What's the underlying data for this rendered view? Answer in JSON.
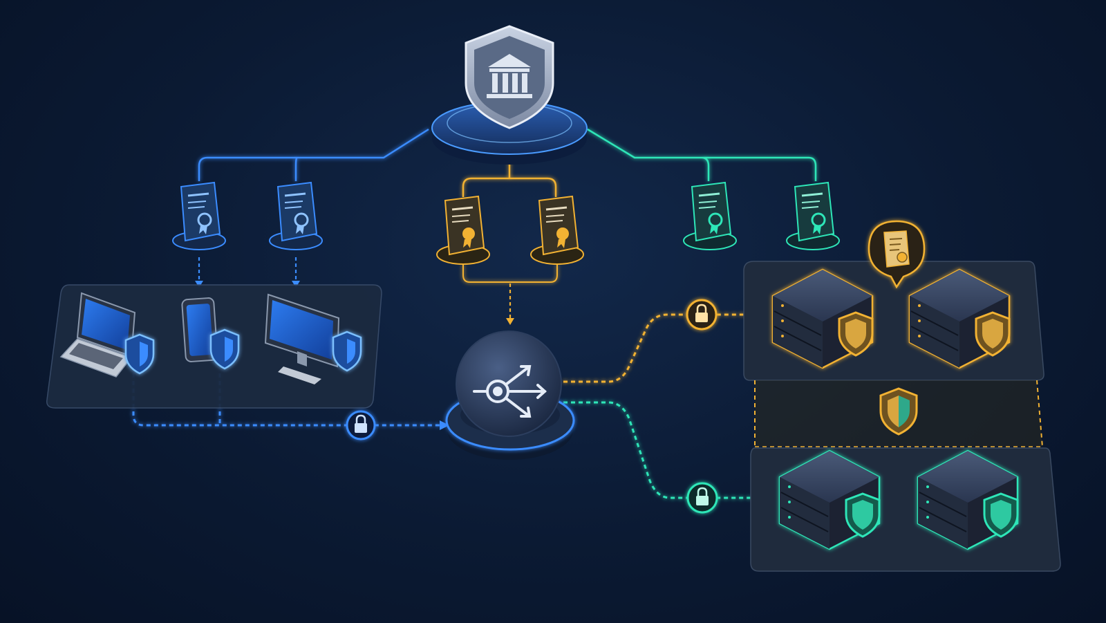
{
  "colors": {
    "background": "#0b1a33",
    "client_blue": "#3b8cff",
    "gateway_gold": "#f2b233",
    "backend_teal": "#2ee6b8",
    "panel": "#1b2a40",
    "device_screen": "#1e66d6",
    "node_fill": "#1d3358"
  },
  "diagram": {
    "root": {
      "name": "certificate-authority",
      "icon": "shield-bank-icon"
    },
    "certificates": [
      {
        "name": "client-certificate-1",
        "group": "client",
        "icon": "certificate-icon"
      },
      {
        "name": "client-certificate-2",
        "group": "client",
        "icon": "certificate-icon"
      },
      {
        "name": "gateway-certificate-1",
        "group": "gateway",
        "icon": "certificate-icon"
      },
      {
        "name": "gateway-certificate-2",
        "group": "gateway",
        "icon": "certificate-icon"
      },
      {
        "name": "backend-certificate-1",
        "group": "backend",
        "icon": "certificate-icon"
      },
      {
        "name": "backend-certificate-2",
        "group": "backend",
        "icon": "certificate-icon"
      }
    ],
    "client_devices": [
      {
        "name": "laptop",
        "icon": "laptop-icon",
        "badge": "shield-icon"
      },
      {
        "name": "smartphone",
        "icon": "smartphone-icon",
        "badge": "shield-icon"
      },
      {
        "name": "desktop-monitor",
        "icon": "monitor-icon",
        "badge": "shield-icon"
      }
    ],
    "gateway": {
      "name": "load-balancer",
      "icon": "distribution-arrows-icon"
    },
    "server_groups": [
      {
        "name": "gold-server-group",
        "servers": 2,
        "badge": "shield-icon",
        "callout": "certificate-icon"
      },
      {
        "name": "teal-server-group",
        "servers": 2,
        "badge": "shield-icon"
      }
    ],
    "links": [
      {
        "from": "client-devices",
        "to": "load-balancer",
        "style": "dashed",
        "lock": true
      },
      {
        "from": "load-balancer",
        "to": "gold-server-group",
        "style": "dashed",
        "lock": true
      },
      {
        "from": "load-balancer",
        "to": "teal-server-group",
        "style": "dashed",
        "lock": true
      }
    ]
  }
}
